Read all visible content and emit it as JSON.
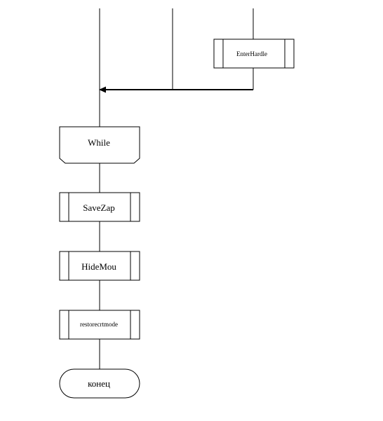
{
  "flowchart": {
    "nodes": {
      "enter_handle": "EnterHardle",
      "while_loop": "While",
      "save_zap": "SaveZap",
      "hide_mou": "HideMou",
      "restore_crt_mode": "restorecrtmode",
      "end": "конец"
    },
    "colors": {
      "stroke": "#000000",
      "fill": "#ffffff",
      "background": "#ffffff"
    }
  }
}
